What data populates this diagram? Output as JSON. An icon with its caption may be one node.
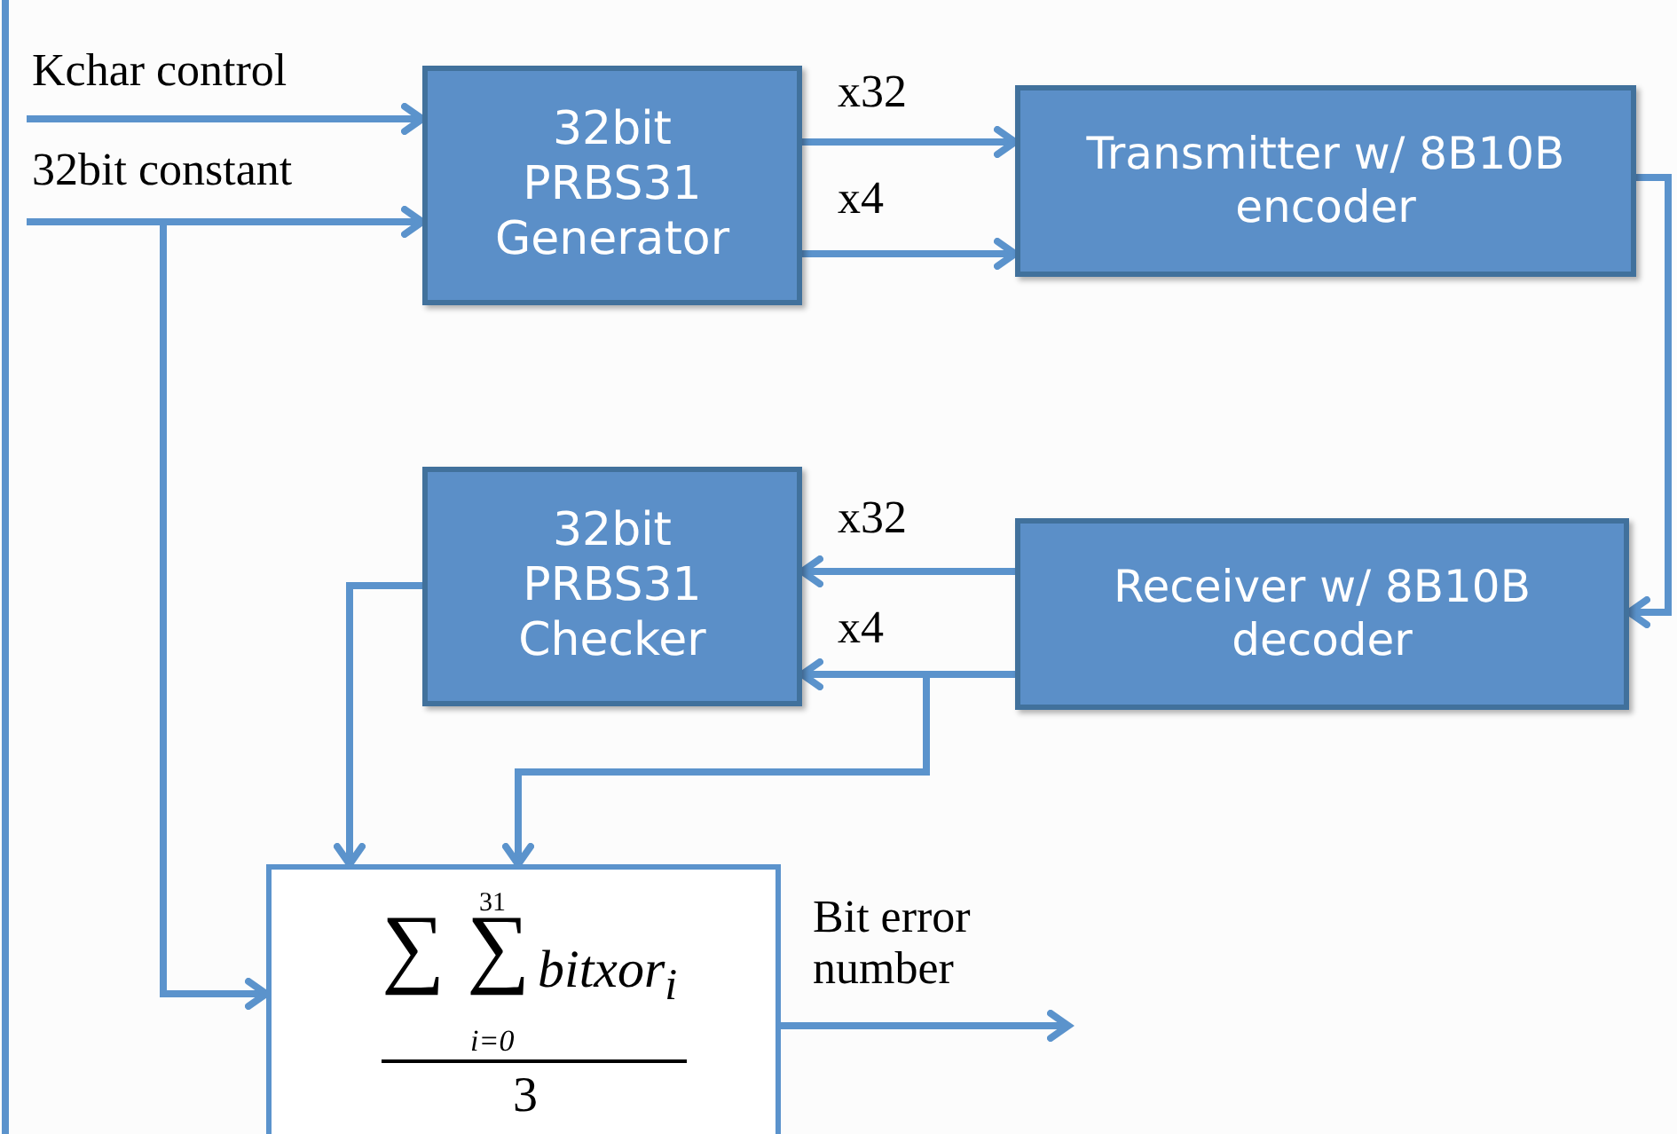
{
  "diagram": {
    "nodes": [
      {
        "text": [
          "32bit PRBS31 Generator"
        ]
      },
      {
        "text": [
          "Transmitter w/ 8B10B encoder"
        ]
      },
      {
        "text": [
          "32bit PRBS31 Checker"
        ]
      },
      {
        "text": [
          "Receiver w/ 8B10B decoder"
        ]
      },
      {
        "text": [
          "∑",
          "31",
          "∑",
          "i=0",
          "bitxor$_{i}$",
          "3"
        ]
      }
    ],
    "edges": [
      {
        "from": null,
        "to": 0,
        "arrow": "to",
        "label": "Kchar control"
      },
      {
        "from": null,
        "to": 0,
        "arrow": "to",
        "label": "32bit constant"
      },
      {
        "from": null,
        "to": 4,
        "arrow": "to"
      },
      {
        "from": 0,
        "to": 1,
        "arrow": "to",
        "label": "x32"
      },
      {
        "from": 0,
        "to": 1,
        "arrow": "to",
        "label": "x4"
      },
      {
        "from": 1,
        "to": 3,
        "arrow": "to"
      },
      {
        "from": 3,
        "to": 2,
        "arrow": "to",
        "label": "x32"
      },
      {
        "from": 3,
        "to": 2,
        "arrow": "to",
        "label": "x4"
      },
      {
        "from": 2,
        "to": 4,
        "arrow": "to"
      },
      {
        "from": 3,
        "to": 4,
        "arrow": "to"
      },
      {
        "from": 4,
        "to": null,
        "arrow": "to",
        "label": "Bit error number"
      }
    ]
  }
}
